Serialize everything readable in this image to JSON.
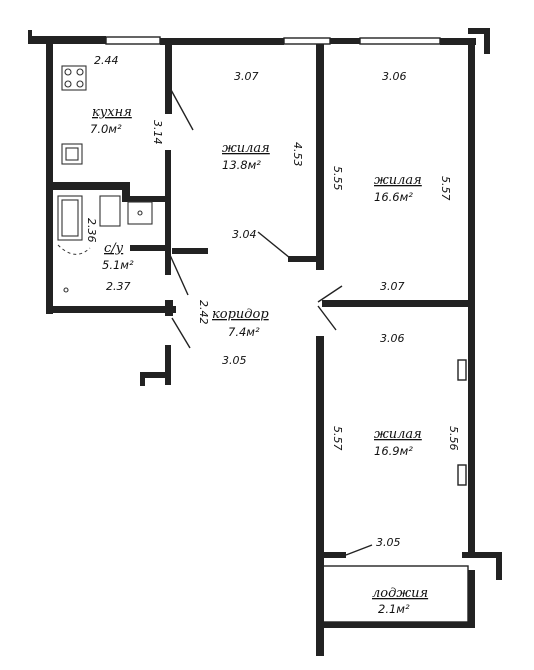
{
  "rooms": [
    {
      "key": "kitchen",
      "name": "кухня",
      "area": "7.0м²"
    },
    {
      "key": "living1",
      "name": "жилая",
      "area": "13.8м²"
    },
    {
      "key": "living2",
      "name": "жилая",
      "area": "16.6м²"
    },
    {
      "key": "bathroom",
      "name": "с/у",
      "area": "5.1м²"
    },
    {
      "key": "corridor",
      "name": "коридор",
      "area": "7.4м²"
    },
    {
      "key": "living3",
      "name": "жилая",
      "area": "16.9м²"
    },
    {
      "key": "loggia",
      "name": "лоджия",
      "area": "2.1м²"
    }
  ],
  "dimensions": [
    {
      "key": "kitchen-width",
      "value": "2.44"
    },
    {
      "key": "kitchen-depth",
      "value": "3.14"
    },
    {
      "key": "living1-top",
      "value": "3.07"
    },
    {
      "key": "living1-bottom",
      "value": "3.04"
    },
    {
      "key": "living1-depth",
      "value": "4.53"
    },
    {
      "key": "living2-top",
      "value": "3.06"
    },
    {
      "key": "living2-left",
      "value": "5.55"
    },
    {
      "key": "living2-right",
      "value": "5.57"
    },
    {
      "key": "living2-bottom",
      "value": "3.07"
    },
    {
      "key": "bath-depth",
      "value": "2.36"
    },
    {
      "key": "bath-width",
      "value": "2.37"
    },
    {
      "key": "corridor-width",
      "value": "2.42"
    },
    {
      "key": "corridor-length",
      "value": "3.05"
    },
    {
      "key": "living3-top",
      "value": "3.06"
    },
    {
      "key": "living3-left",
      "value": "5.57"
    },
    {
      "key": "living3-right",
      "value": "5.56"
    },
    {
      "key": "living3-bottom",
      "value": "3.05"
    }
  ]
}
